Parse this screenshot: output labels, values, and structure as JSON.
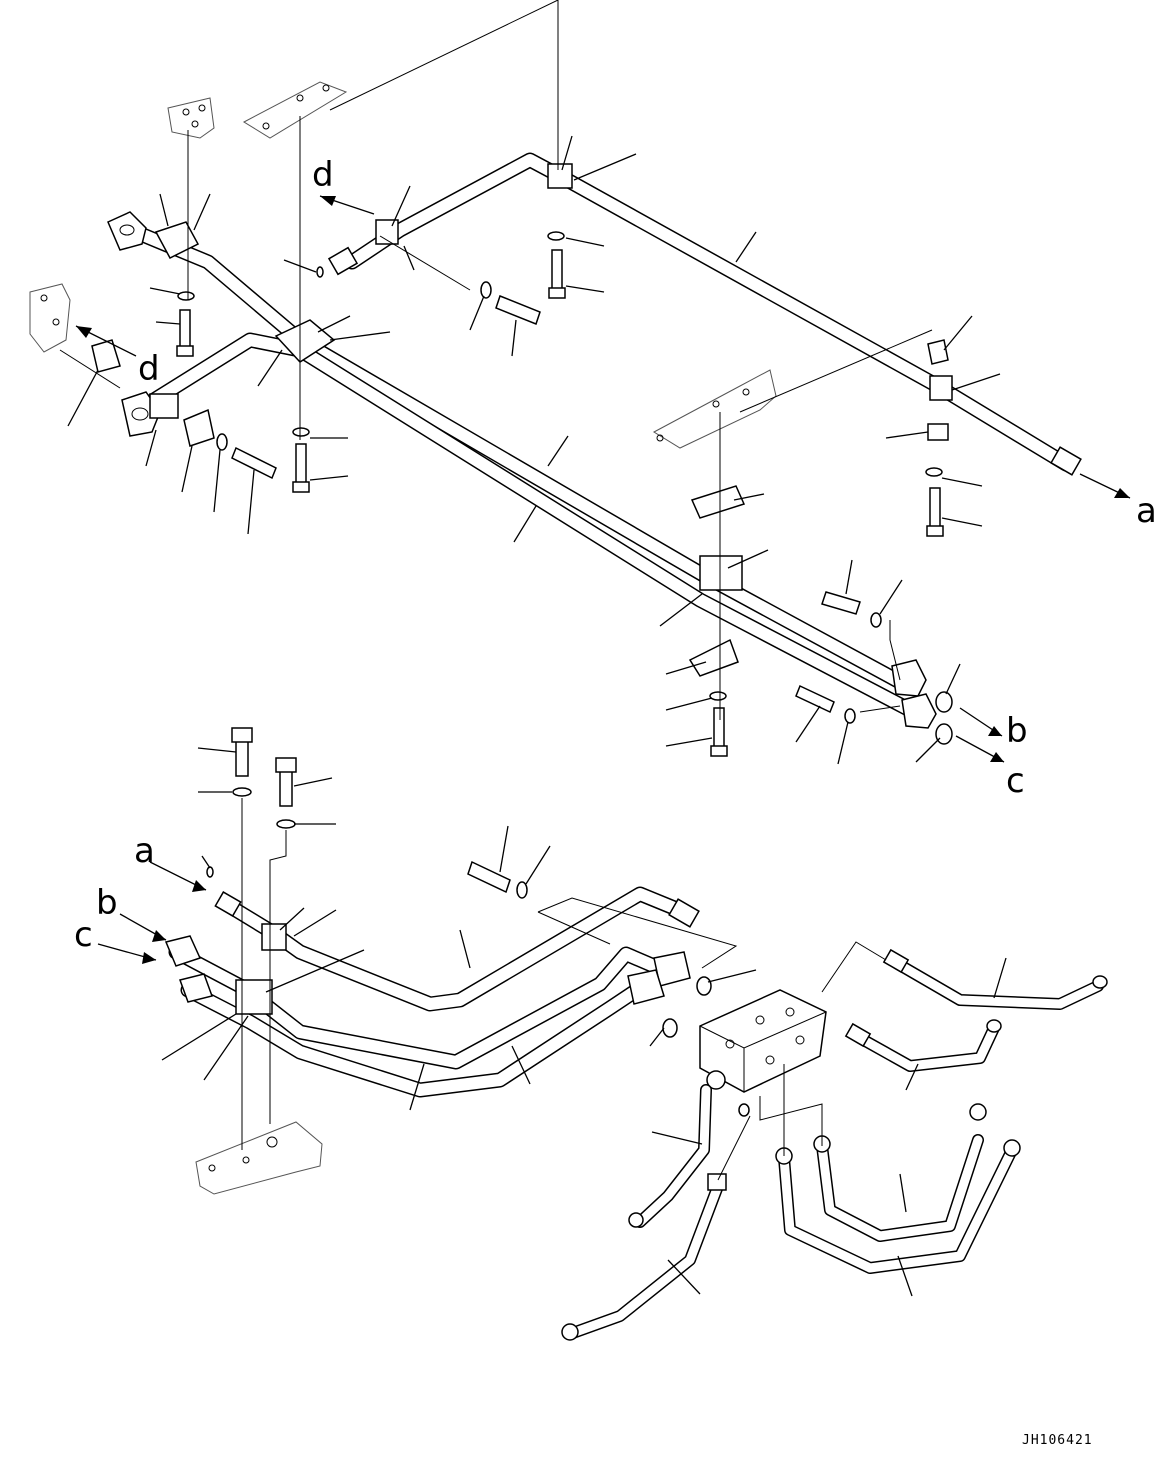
{
  "drawing": {
    "code": "JH106421",
    "ref_labels": {
      "a_out": "a",
      "b_out": "b",
      "c_out": "c",
      "d_top": "d",
      "d_left": "d",
      "a_in": "a",
      "b_in": "b",
      "c_in": "c"
    }
  }
}
